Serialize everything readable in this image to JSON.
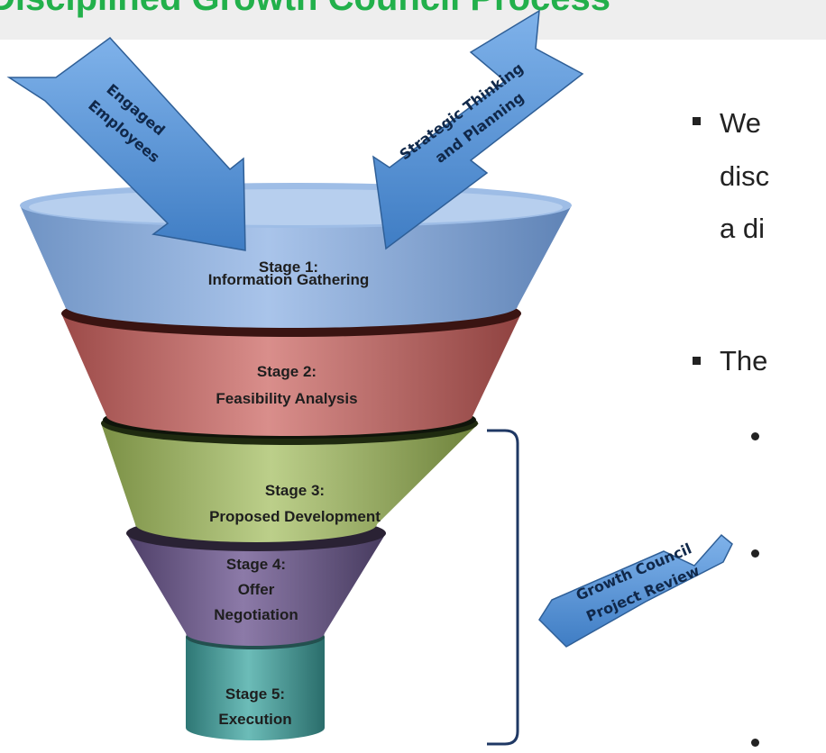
{
  "title": "Disciplined Growth Council Process",
  "inputs": {
    "left": [
      "Engaged",
      "Employees"
    ],
    "right": [
      "Strategic Thinking",
      "and Planning"
    ]
  },
  "stages": [
    {
      "lines": [
        "Stage 1:",
        "Information Gathering"
      ],
      "color": "#8fb0dc"
    },
    {
      "lines": [
        "Stage 2:",
        "Feasibility Analysis"
      ],
      "color": "#c06a68"
    },
    {
      "lines": [
        "Stage 3:",
        "Proposed Development"
      ],
      "color": "#9fb468"
    },
    {
      "lines": [
        "Stage 4:",
        "Offer",
        "Negotiation"
      ],
      "color": "#6f5c8c"
    },
    {
      "lines": [
        "Stage 5:",
        "Execution"
      ],
      "color": "#4b9c9a"
    }
  ],
  "review": [
    "Growth Council",
    "Project Review"
  ],
  "bullets": [
    {
      "type": "square",
      "text": "We"
    },
    {
      "type": "none",
      "text": "disc"
    },
    {
      "type": "none",
      "text": "a di"
    },
    {
      "type": "square",
      "text": "The"
    },
    {
      "type": "dot",
      "text": ""
    },
    {
      "type": "dot",
      "text": ""
    },
    {
      "type": "dot",
      "text": ""
    }
  ],
  "colors": {
    "title": "#22b04b",
    "arrow": "#5b96d6",
    "bracket": "#1f3864"
  }
}
